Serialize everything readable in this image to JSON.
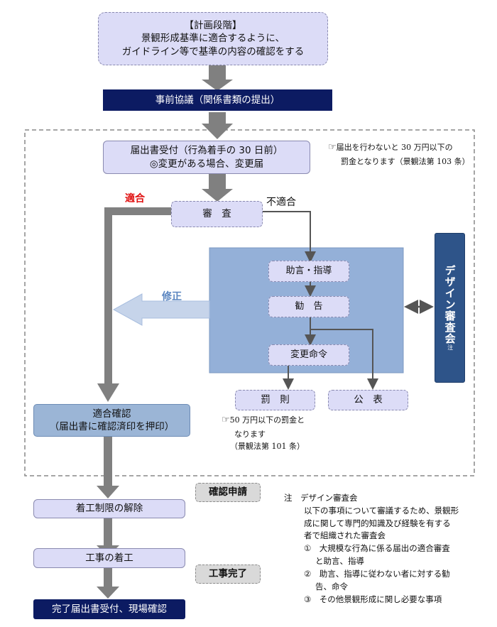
{
  "planning": {
    "heading": "【計画段階】",
    "line1": "景観形成基準に適合するように、",
    "line2": "ガイドライン等で基準の内容の確認をする"
  },
  "prior_consultation": "事前協議（関係書類の提出）",
  "notification": {
    "line1": "届出書受付（行為着手の 30 日前）",
    "line2": "◎変更がある場合、変更届"
  },
  "penalty_note_1": {
    "line1": "届出を行わないと 30 万円以下の",
    "line2": "罰金となります（景観法第 103 条）"
  },
  "review": "審　査",
  "labels": {
    "conform": "適合",
    "nonconform": "不適合",
    "revise": "修正"
  },
  "guidance": "助言・指導",
  "recommendation": "勧　告",
  "change_order": "変更命令",
  "design_council": {
    "title": "デザイン審査会",
    "suffix": "注"
  },
  "penalty": "罰　則",
  "publication": "公　表",
  "penalty_note_2": {
    "line1": "50 万円以下の罰金と",
    "line2": "なります",
    "line3": "（景観法第 101 条）"
  },
  "conformity_check": {
    "line1": "適合確認",
    "line2": "（届出書に確認済印を押印）"
  },
  "confirmation_request": "確認申請",
  "release": "着工制限の解除",
  "construction_start": "工事の着工",
  "construction_done": "工事完了",
  "completion": "完了届出書受付、現場確認",
  "footnote": {
    "marker": "注",
    "title": "デザイン審査会",
    "body1": "以下の事項について審議するため、景観形",
    "body2": "成に関して専門的知識及び経験を有する",
    "body3": "者で組織された審査会",
    "item1a": "①　大規模な行為に係る届出の適合審査",
    "item1b": "と助言、指導",
    "item2a": "②　助言、指導に従わない者に対する勧",
    "item2b": "告、命令",
    "item3": "③　その他景観形成に関し必要な事項"
  },
  "colors": {
    "lavender": "#dcdcf7",
    "navy": "#0c1b62",
    "steel_panel": "#94b0d8",
    "council": "#2e5489",
    "arrow_gray": "#808080",
    "red_label": "#e01010",
    "blue_label": "#5a85c0"
  },
  "icons": [
    "pointing-hand-icon"
  ]
}
